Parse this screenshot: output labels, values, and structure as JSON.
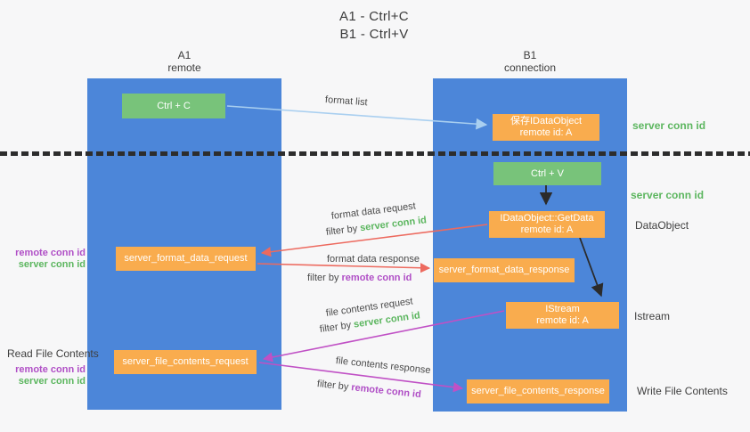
{
  "title": {
    "line1": "A1 - Ctrl+C",
    "line2": "B1 - Ctrl+V"
  },
  "lanes": {
    "left": {
      "id": "A1",
      "role": "remote"
    },
    "right": {
      "id": "B1",
      "role": "connection"
    }
  },
  "nodes": {
    "ctrl_c": {
      "label": "Ctrl + C"
    },
    "ctrl_v": {
      "label": "Ctrl + V"
    },
    "save_dataobject": {
      "line1": "保存IDataObject",
      "line2": "remote id: A"
    },
    "getdata": {
      "line1": "IDataObject::GetData",
      "line2": "remote id: A"
    },
    "istream": {
      "line1": "IStream",
      "line2": "remote id: A"
    },
    "server_format_data_request": {
      "label": "server_format_data_request"
    },
    "server_format_data_response": {
      "label": "server_format_data_response"
    },
    "server_file_contents_request": {
      "label": "server_file_contents_request"
    },
    "server_file_contents_response": {
      "label": "server_file_contents_response"
    }
  },
  "arrow_labels": {
    "format_list": "format list",
    "format_data_request": "format data request",
    "format_data_response": "format data response",
    "file_contents_request": "file contents request",
    "file_contents_response": "file contents response",
    "filter_by": "filter by ",
    "server_conn_id": "server conn id",
    "remote_conn_id": "remote conn id"
  },
  "side_labels": {
    "left_remote_conn_id": "remote conn id",
    "left_server_conn_id": "server conn id",
    "read_file_contents": "Read File Contents",
    "left_remote_conn_id_2": "remote conn id",
    "left_server_conn_id_2": "server conn id",
    "right_server_conn_id_1": "server conn id",
    "right_server_conn_id_2": "server conn id",
    "dataobject": "DataObject",
    "istream": "Istream",
    "write_file_contents": "Write File Contents"
  },
  "colors": {
    "lane_blue": "#4c86d9",
    "node_green": "#78c37a",
    "node_orange": "#f9ac4e",
    "arrow_light_blue": "#a9cff0",
    "arrow_red": "#ed6a5f",
    "arrow_magenta": "#c050c5",
    "arrow_black": "#2b2b2b",
    "text_green": "#5cb65f",
    "text_purple": "#b04fc6",
    "text_dark": "#3f3f3f"
  }
}
